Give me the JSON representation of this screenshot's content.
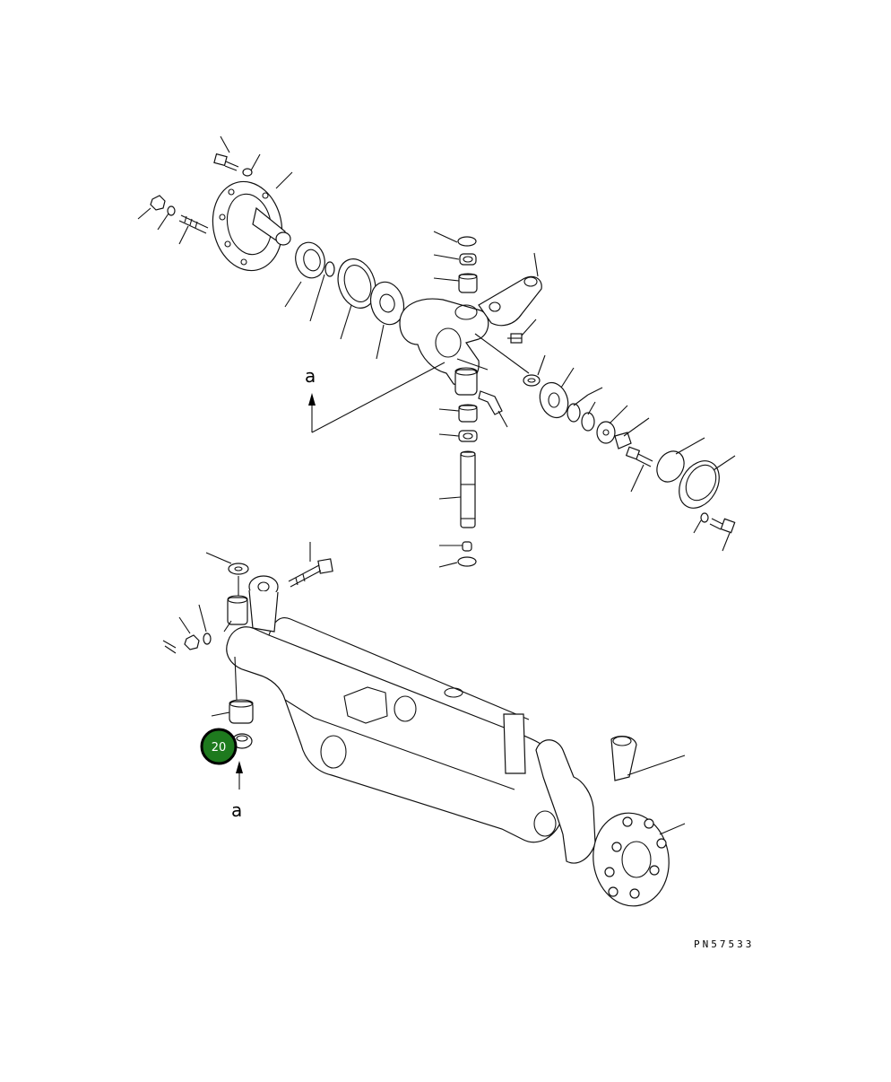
{
  "view_marker": {
    "label_top": "a",
    "label_bottom": "a"
  },
  "callout": {
    "number": "20",
    "fill_color": "#1e7a1e",
    "border_color": "#000000"
  },
  "drawing_code": "PN57533"
}
